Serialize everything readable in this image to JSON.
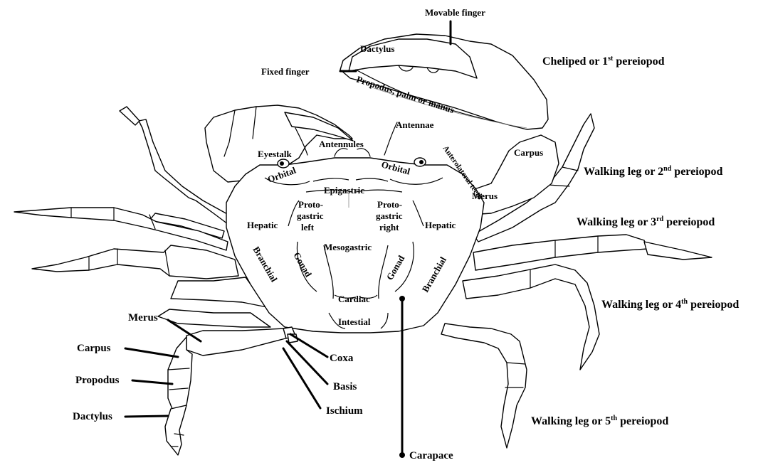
{
  "labels": {
    "movable_finger": "Movable finger",
    "dactylus_top": "Dactylus",
    "fixed_finger": "Fixed finger",
    "propodus_palm": "Propodus, palm or manus",
    "cheliped": "Cheliped or 1st pereiopod",
    "antennae": "Antennae",
    "antennules": "Antennules",
    "eyestalk": "Eyestalk",
    "anterolateral_teeth": "Anterolateral teeth",
    "carpus_claw": "Carpus",
    "orbital_left": "Orbital",
    "orbital_right": "Orbital",
    "epigastric": "Epigastric",
    "protogastric_left": [
      "Proto-",
      "gastric",
      "left"
    ],
    "protogastric_right": [
      "Proto-",
      "gastric",
      "right"
    ],
    "hepatic_left": "Hepatic",
    "hepatic_right": "Hepatic",
    "merus_right": "Merus",
    "mesogastric": "Mesogastric",
    "gonad_left": "Gonad",
    "gonad_right": "Gonad",
    "branchial_left": "Branchial",
    "branchial_right": "Branchial",
    "cardiac": "Cardiac",
    "intestial": "Intestial",
    "walking_2": "Walking leg or 2nd pereiopod",
    "walking_3": "Walking leg or 3rd pereiopod",
    "walking_4": "Walking leg or 4th pereiopod",
    "walking_5": "Walking leg or 5th pereiopod",
    "merus_leg": "Merus",
    "carpus_leg": "Carpus",
    "propodus_leg": "Propodus",
    "dactylus_leg": "Dactylus",
    "coxa": "Coxa",
    "basis": "Basis",
    "ischium": "Ischium",
    "carapace": "Carapace"
  },
  "pereiopod_labels": [
    {
      "key": "cheliped",
      "prefix": "Cheliped or 1",
      "sup": "st",
      "suffix": " pereiopod"
    },
    {
      "key": "walking_2",
      "prefix": "Walking leg or 2",
      "sup": "nd",
      "suffix": " pereiopod"
    },
    {
      "key": "walking_3",
      "prefix": "Walking leg or 3",
      "sup": "rd",
      "suffix": " pereiopod"
    },
    {
      "key": "walking_4",
      "prefix": "Walking leg or 4",
      "sup": "th",
      "suffix": " pereiopod"
    },
    {
      "key": "walking_5",
      "prefix": "Walking leg or 5",
      "sup": "th",
      "suffix": " pereiopod"
    }
  ],
  "colors": {
    "line": "#000000",
    "background": "#ffffff"
  }
}
